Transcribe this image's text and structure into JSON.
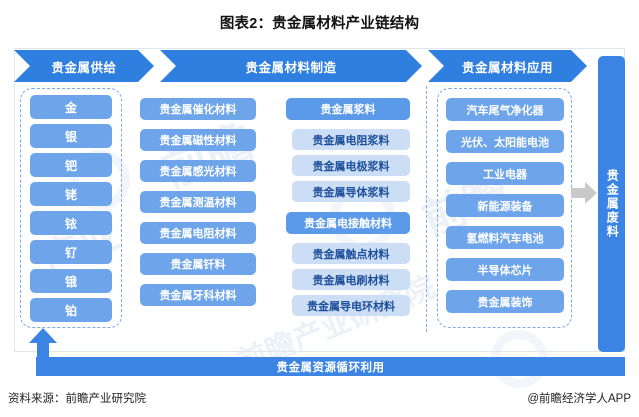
{
  "title": "图表2：贵金属材料产业链结构",
  "banner": {
    "segments": [
      {
        "label": "贵金属供给"
      },
      {
        "label": "贵金属材料制造"
      },
      {
        "label": "贵金属材料应用"
      }
    ]
  },
  "supply": {
    "items": [
      {
        "label": "金"
      },
      {
        "label": "银"
      },
      {
        "label": "钯"
      },
      {
        "label": "铑"
      },
      {
        "label": "铱"
      },
      {
        "label": "钌"
      },
      {
        "label": "锇"
      },
      {
        "label": "铂"
      }
    ]
  },
  "manufacture": {
    "column_left": [
      {
        "label": "贵金属催化材料"
      },
      {
        "label": "贵金属磁性材料"
      },
      {
        "label": "贵金属感光材料"
      },
      {
        "label": "贵金属测温材料"
      },
      {
        "label": "贵金属电阻材料"
      },
      {
        "label": "贵金属钎料"
      },
      {
        "label": "贵金属牙科材料"
      }
    ],
    "group_paste": {
      "header": "贵金属浆料",
      "items": [
        {
          "label": "贵金属电阻浆料"
        },
        {
          "label": "贵金属电极浆料"
        },
        {
          "label": "贵金属导体浆料"
        }
      ]
    },
    "group_contact": {
      "header": "贵金属电接触材料",
      "items": [
        {
          "label": "贵金属触点材料"
        },
        {
          "label": "贵金属电刷材料"
        },
        {
          "label": "贵金属导电环材料"
        }
      ]
    }
  },
  "application": {
    "items": [
      {
        "label": "汽车尾气净化器"
      },
      {
        "label": "光伏、太阳能电池"
      },
      {
        "label": "工业电器"
      },
      {
        "label": "新能源装备"
      },
      {
        "label": "氢燃料汽车电池"
      },
      {
        "label": "半导体芯片"
      },
      {
        "label": "贵金属装饰"
      }
    ]
  },
  "waste_bar": {
    "label": "贵金属废料"
  },
  "recycle_bar": {
    "label": "贵金属资源循环利用"
  },
  "footer": {
    "source": "资料来源：前瞻产业研究院",
    "brand": "@前瞻经济学人APP"
  },
  "watermark": {
    "text1": "前瞻",
    "text2": "前瞻",
    "text3": "产业",
    "text4": "前瞻产业研究院"
  },
  "colors": {
    "banner_blue": "#2f7fe0",
    "chip_blue": "#6ea5ea",
    "chip_head_blue": "#5b9ae8",
    "chip_sub_blue": "#ccdef5",
    "bar_blue": "#3b84e3",
    "dashed_border": "#7fa8e4",
    "arrow_gray": "#c9c9c9"
  }
}
